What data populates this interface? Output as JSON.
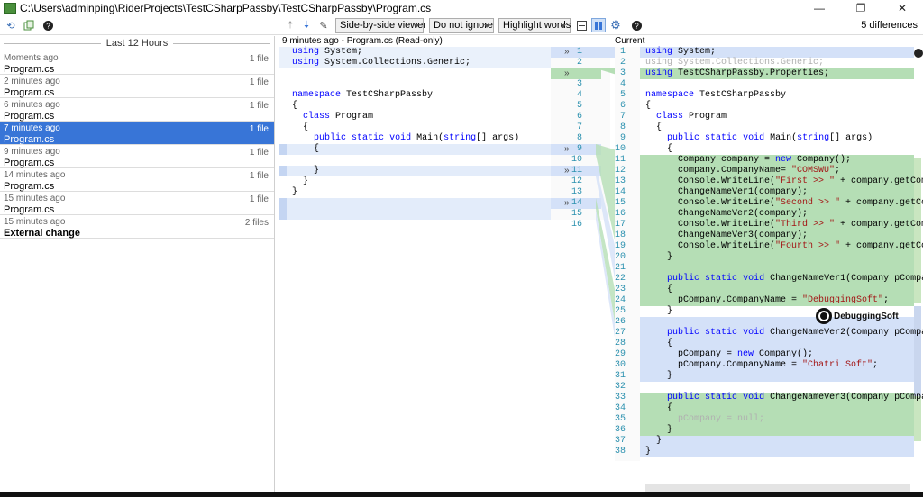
{
  "window": {
    "title": "C:\\Users\\adminping\\RiderProjects\\TestCSharpPassby\\TestCSharpPassby\\Program.cs"
  },
  "toolbar": {
    "viewer_select": "Side-by-side viewer",
    "whitespace_select": "Do not ignore",
    "highlight_select": "Highlight words",
    "differences": "5 differences"
  },
  "history": {
    "group_label": "Last 12 Hours",
    "items": [
      {
        "ago": "Moments ago",
        "count": "1 file",
        "file": "Program.cs"
      },
      {
        "ago": "2 minutes ago",
        "count": "1 file",
        "file": "Program.cs"
      },
      {
        "ago": "6 minutes ago",
        "count": "1 file",
        "file": "Program.cs"
      },
      {
        "ago": "7 minutes ago",
        "count": "1 file",
        "file": "Program.cs"
      },
      {
        "ago": "9 minutes ago",
        "count": "1 file",
        "file": "Program.cs"
      },
      {
        "ago": "14 minutes ago",
        "count": "1 file",
        "file": "Program.cs"
      },
      {
        "ago": "15 minutes ago",
        "count": "1 file",
        "file": "Program.cs"
      },
      {
        "ago": "15 minutes ago",
        "count": "2 files",
        "file": "External change"
      }
    ]
  },
  "left_panel": {
    "title": "9 minutes ago - Program.cs (Read-only)"
  },
  "right_panel": {
    "title": "Current"
  },
  "left_code": [
    "using System;",
    "using System.Collections.Generic;",
    "",
    "namespace TestCSharpPassby",
    "{",
    "  class Program",
    "  {",
    "    public static void Main(string[] args)",
    "    {",
    "",
    "    }",
    "  }",
    "}",
    "",
    "",
    ""
  ],
  "right_code": [
    "using System;",
    "using System.Collections.Generic;",
    "using TestCSharpPassby.Properties;",
    "",
    "namespace TestCSharpPassby",
    "{",
    "  class Program",
    "  {",
    "    public static void Main(string[] args)",
    "    {",
    "      Company company = new Company();",
    "      company.CompanyName= \"COMSWU\";",
    "      Console.WriteLine(\"First >> \" + company.getCompany",
    "      ChangeNameVer1(company);",
    "      Console.WriteLine(\"Second >> \" + company.getCompan",
    "      ChangeNameVer2(company);",
    "      Console.WriteLine(\"Third >> \" + company.getCompan",
    "      ChangeNameVer3(company);",
    "      Console.WriteLine(\"Fourth >> \" + company.getCompan",
    "    }",
    "",
    "    public static void ChangeNameVer1(Company pCompany)",
    "    {",
    "      pCompany.CompanyName = \"DebuggingSoft\";",
    "    }",
    "",
    "    public static void ChangeNameVer2(Company pCompany)",
    "    {",
    "      pCompany = new Company();",
    "      pCompany.CompanyName = \"Chatri Soft\";",
    "    }",
    "",
    "    public static void ChangeNameVer3(Company pCompany)",
    "    {",
    "      pCompany = null;",
    "    }",
    "  }",
    "}"
  ],
  "left_line_numbers": [
    "1",
    "2",
    "3",
    "4",
    "5",
    "6",
    "7",
    "8",
    "9",
    "10",
    "11",
    "12",
    "13",
    "14",
    "15",
    "16"
  ],
  "right_line_numbers": [
    "1",
    "2",
    "3",
    "4",
    "5",
    "6",
    "7",
    "8",
    "9",
    "10",
    "11",
    "12",
    "13",
    "14",
    "15",
    "16",
    "17",
    "18",
    "19",
    "20",
    "21",
    "22",
    "23",
    "24",
    "25",
    "26",
    "27",
    "28",
    "29",
    "30",
    "31",
    "32",
    "33",
    "34",
    "35",
    "36",
    "37",
    "38"
  ],
  "watermark": {
    "text": "DebuggingSoft"
  },
  "colors": {
    "selection": "#3875d7",
    "added": "#b5deb5",
    "changed": "#d4e1f8"
  }
}
